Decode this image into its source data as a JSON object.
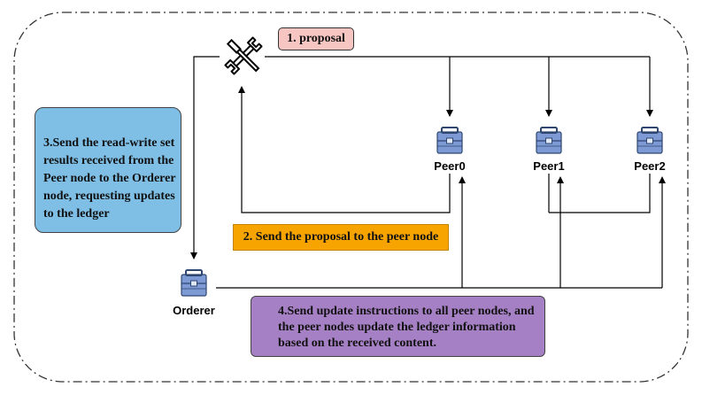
{
  "labels": {
    "step1": "1. proposal",
    "step2": "2. Send the proposal to the peer node",
    "step3": "3.Send the read-write set results received from the Peer node to the Orderer node, requesting updates to the ledger",
    "step4": "4.Send update instructions to all peer nodes, and the peer nodes update the ledger information based on the received content."
  },
  "nodes": {
    "peer0": "Peer0",
    "peer1": "Peer1",
    "peer2": "Peer2",
    "orderer": "Orderer"
  },
  "icons": {
    "client": "tools-icon",
    "node": "toolbox-icon"
  },
  "colors": {
    "proposal_box": "#f7c5c2",
    "send_peer_box": "#f7a400",
    "orderer_request_box": "#7fbfe6",
    "update_box": "#a680c4",
    "node_icon": "#7e9ad4"
  }
}
